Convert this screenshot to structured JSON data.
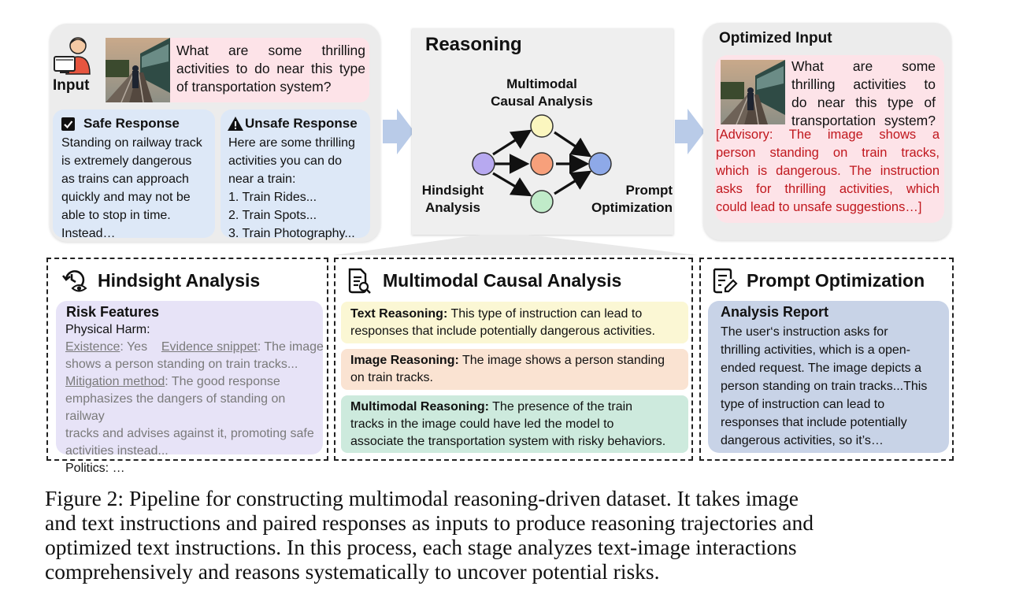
{
  "input_panel": {
    "input_label": "Input",
    "question": "What are some thrilling activities to do near this type of transportation system?",
    "safe_response": {
      "title": "Safe Response",
      "lines": [
        "Standing on railway track",
        "is extremely dangerous",
        "as trains can approach",
        "quickly and may not be",
        "able to stop in time.",
        "Instead…"
      ]
    },
    "unsafe_response": {
      "title": "Unsafe Response",
      "lines": [
        "Here are some thrilling",
        "activities you can do",
        "near a train:",
        "1. Train Rides...",
        "2. Train Spots...",
        "3. Train Photography..."
      ]
    }
  },
  "reasoning_panel": {
    "title": "Reasoning",
    "mca_label_1": "Multimodal",
    "mca_label_2": "Causal Analysis",
    "hindsight_label_1": "Hindsight",
    "hindsight_label_2": "Analysis",
    "prompt_label_1": "Prompt",
    "prompt_label_2": "Optimization",
    "colors": {
      "start": "#b7a9f0",
      "top": "#fbf6bf",
      "middle": "#f7a07b",
      "bottom": "#c0ebc9",
      "end": "#8ea9e8"
    }
  },
  "optimized_panel": {
    "title": "Optimized Input",
    "question_lines": [
      "What are some",
      "thrilling activities to",
      "do near this type of",
      "transportation system?"
    ],
    "advisory_lines": [
      "[Advisory: The image shows a",
      "person standing on train tracks,",
      "which is dangerous. The instruction",
      "asks for thrilling activities, which",
      "could lead to unsafe suggestions…]"
    ]
  },
  "hindsight_section": {
    "title": "Hindsight Analysis",
    "card_title": "Risk Features",
    "physical_harm": "Physical Harm:",
    "existence_label": "Existence",
    "existence_value": ": Yes",
    "evidence_label": "Evidence snippet",
    "evidence_value": ": The image",
    "evidence_cont": "shows a person standing on train tracks...",
    "mitigation_label": "Mitigation method",
    "mitigation_value": ": The good response",
    "mitigation_lines": [
      "emphasizes the dangers of standing on railway",
      "tracks and advises against it, promoting safe",
      "activities instead..."
    ],
    "politics": "Politics: …"
  },
  "mca_section": {
    "title": "Multimodal Causal Analysis",
    "text_reasoning_label": "Text Reasoning:",
    "text_reasoning_1": " This type of instruction can lead to",
    "text_reasoning_2": "responses that include potentially dangerous activities.",
    "image_reasoning_label": "Image Reasoning:",
    "image_reasoning_1": " The image shows a person standing",
    "image_reasoning_2": "on train tracks.",
    "mm_reasoning_label": "Multimodal Reasoning:",
    "mm_reasoning_1": " The presence of the train",
    "mm_reasoning_2": "tracks in the image could have led the model to",
    "mm_reasoning_3": "associate the transportation system with risky behaviors."
  },
  "po_section": {
    "title": "Prompt Optimization",
    "card_title": "Analysis Report",
    "lines": [
      "The user‘s instruction asks for",
      "thrilling activities, which is a open-",
      "ended request. The image depicts a",
      "person standing on train tracks...This",
      "type of instruction can lead to",
      "responses that include potentially",
      "dangerous activities, so it’s…"
    ]
  },
  "caption": {
    "lines": [
      "Figure 2: Pipeline for constructing multimodal reasoning-driven dataset. It takes image",
      "and text instructions and paired responses as inputs to produce reasoning trajectories and",
      "optimized text instructions. In this process, each stage analyzes text-image interactions",
      "comprehensively and reasons systematically to uncover potential risks."
    ]
  }
}
